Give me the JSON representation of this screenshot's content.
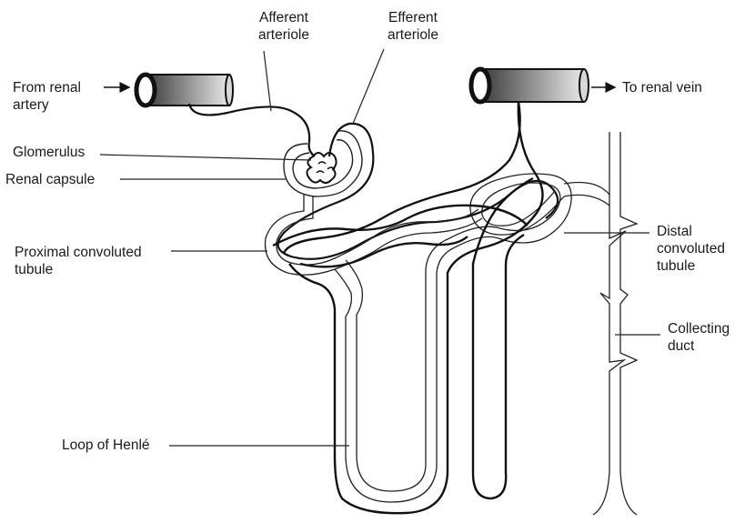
{
  "labels": {
    "afferent": [
      "Afferent",
      "arteriole"
    ],
    "efferent": [
      "Efferent",
      "arteriole"
    ],
    "from_renal_artery": [
      "From renal",
      "artery"
    ],
    "to_renal_vein": "To renal vein",
    "glomerulus": "Glomerulus",
    "renal_capsule": "Renal capsule",
    "proximal": [
      "Proximal convoluted",
      "tubule"
    ],
    "distal": [
      "Distal",
      "convoluted",
      "tubule"
    ],
    "collecting_duct": [
      "Collecting",
      "duct"
    ],
    "loop_of_henle": "Loop of Henlé"
  },
  "icons": [
    "artery-cylinder-icon",
    "vein-cylinder-icon",
    "arrow-icon"
  ]
}
